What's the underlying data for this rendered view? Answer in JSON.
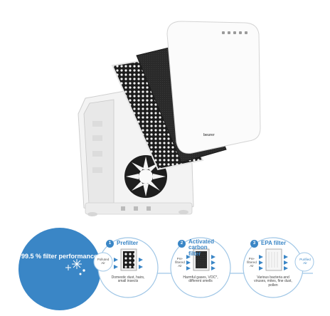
{
  "brand": {
    "device_logo": "beurer",
    "accent_color": "#3a86c6"
  },
  "hero": {
    "performance_text": "99.5 % filter performance",
    "icon": "snowflake-particles-icon"
  },
  "steps": [
    {
      "number": "1",
      "title": "Prefilter",
      "left_label": "Polluted Air",
      "description": "Domestic dust, hairs, small insects"
    },
    {
      "number": "2",
      "title": "Activated carbon filter",
      "left_label": "Pre-filtered Air",
      "description": "Harmful gases, VOC*, different smells"
    },
    {
      "number": "3",
      "title": "EPA filter",
      "left_label": "Pre-filtered Air",
      "right_label": "Purified Air",
      "description": "Various bacteria and viruses, mites, fine dust, pollen"
    }
  ]
}
